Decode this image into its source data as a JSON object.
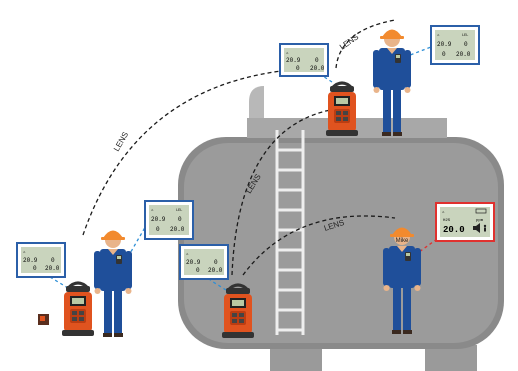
{
  "diagram": {
    "lens_labels": [
      "LENS",
      "LENS",
      "LENS",
      "LENS"
    ],
    "worker_name_badge": "Mike",
    "screens": [
      {
        "id": "top",
        "top_left_icon": "⚠",
        "row1_left": "20.9",
        "row1_right": "0",
        "row2_left": "0",
        "row2_right": "20.0"
      },
      {
        "id": "top-right",
        "top_left_icon": "⚠",
        "header_right": "LEL",
        "row1_left": "20.9",
        "row1_right": "0",
        "row2_left": "0",
        "row2_right": "20.0"
      },
      {
        "id": "left",
        "top_left_icon": "⚠",
        "row1_left": "20.9",
        "row1_right": "0",
        "row2_left": "0",
        "row2_right": "20.0"
      },
      {
        "id": "middle",
        "top_left_icon": "⚠",
        "header_right": "LEL",
        "row1_left": "20.9",
        "row1_right": "0",
        "row2_left": "0",
        "row2_right": "20.0"
      },
      {
        "id": "tank",
        "top_left_icon": "⚠",
        "row1_left": "20.9",
        "row1_right": "0",
        "row2_left": "0",
        "row2_right": "20.0"
      },
      {
        "id": "alarm",
        "top_left_icon": "⚠",
        "label_left": "H2S",
        "label_right": "ppm",
        "value": "20.0"
      }
    ],
    "colors": {
      "worker_uniform": "#1f4f9a",
      "hard_hat": "#f28a2e",
      "monitor_body": "#e0531f",
      "tank_fill": "#8a8a8a",
      "normal_link": "#2e8fd6",
      "alarm_link": "#e0312f"
    }
  }
}
